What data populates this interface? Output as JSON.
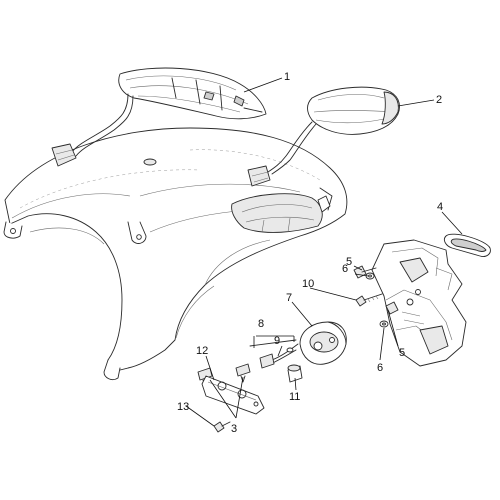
{
  "diagram": {
    "callouts": [
      {
        "id": "c1",
        "label": "1"
      },
      {
        "id": "c2",
        "label": "2"
      },
      {
        "id": "c3",
        "label": "3"
      },
      {
        "id": "c4",
        "label": "4"
      },
      {
        "id": "c5a",
        "label": "5"
      },
      {
        "id": "c5b",
        "label": "5"
      },
      {
        "id": "c6a",
        "label": "6"
      },
      {
        "id": "c6b",
        "label": "6"
      },
      {
        "id": "c7",
        "label": "7"
      },
      {
        "id": "c8",
        "label": "8"
      },
      {
        "id": "c9",
        "label": "9"
      },
      {
        "id": "c10",
        "label": "10"
      },
      {
        "id": "c11",
        "label": "11"
      },
      {
        "id": "c12",
        "label": "12"
      },
      {
        "id": "c13",
        "label": "13"
      }
    ]
  }
}
